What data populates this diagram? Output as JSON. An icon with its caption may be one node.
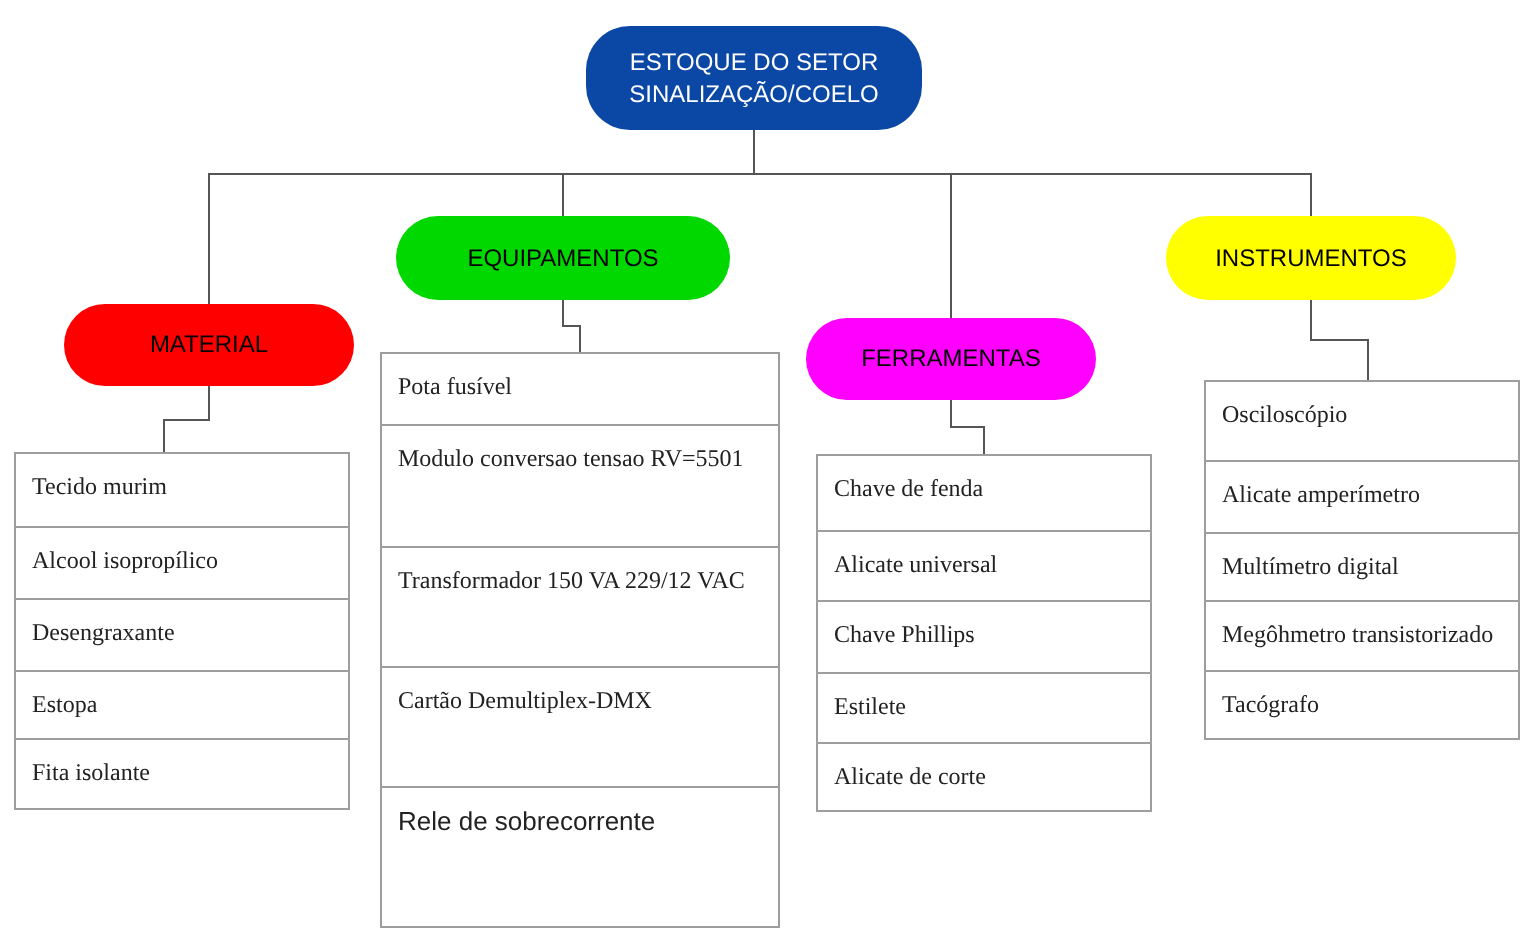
{
  "diagram": {
    "nodes": [
      {
        "text": [
          "ESTOQUE DO SETOR SINALIZAÇÃO/COELO"
        ]
      },
      {
        "text": [
          "MATERIAL"
        ]
      },
      {
        "text": [
          "EQUIPAMENTOS"
        ]
      },
      {
        "text": [
          "FERRAMENTAS"
        ]
      },
      {
        "text": [
          "INSTRUMENTOS"
        ]
      },
      {
        "text": [
          "Tecido murim",
          "Alcool isopropílico",
          "Desengraxante",
          "Estopa",
          "Fita isolante"
        ]
      },
      {
        "text": [
          "Pota fusível",
          "Modulo conversao tensao RV=5501",
          "Transformador 150 VA 229/12 VAC",
          "Cartão Demultiplex-DMX",
          "Rele de sobrecorrente"
        ]
      },
      {
        "text": [
          "Chave de fenda",
          "Alicate universal",
          "Chave Phillips",
          "Estilete",
          "Alicate de corte"
        ]
      },
      {
        "text": [
          "Osciloscópio",
          "Alicate amperímetro",
          "Multímetro digital",
          "Megôhmetro transistorizado",
          "Tacógrafo"
        ]
      }
    ],
    "edges": [
      {
        "from": 0,
        "to": 1,
        "arrow": "none"
      },
      {
        "from": 0,
        "to": 2,
        "arrow": "none"
      },
      {
        "from": 0,
        "to": 3,
        "arrow": "none"
      },
      {
        "from": 0,
        "to": 4,
        "arrow": "none"
      },
      {
        "from": 1,
        "to": 5,
        "arrow": "none"
      },
      {
        "from": 2,
        "to": 6,
        "arrow": "none"
      },
      {
        "from": 3,
        "to": 7,
        "arrow": "none"
      },
      {
        "from": 4,
        "to": 8,
        "arrow": "none"
      }
    ]
  }
}
